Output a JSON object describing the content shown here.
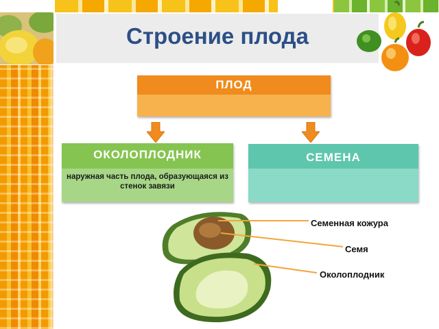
{
  "title": "Строение плода",
  "fruit_box": {
    "label": "ПЛОД"
  },
  "pericarp_box": {
    "label": "ОКОЛОПЛОДНИК",
    "description": "наружная часть плода, образующаяся из стенок завязи"
  },
  "seeds_box": {
    "label": "СЕМЕНА"
  },
  "diagram_labels": {
    "seed_coat": "Семенная кожура",
    "seed": "Семя",
    "pericarp": "Околоплодник"
  },
  "colors": {
    "title": "#2c4f86",
    "fruit_box": "#f08b1d",
    "pericarp_box": "#86c451",
    "seeds_box": "#5fc6ae",
    "arrows": "#f08b1d",
    "leader_lines": "#f2a53a"
  }
}
